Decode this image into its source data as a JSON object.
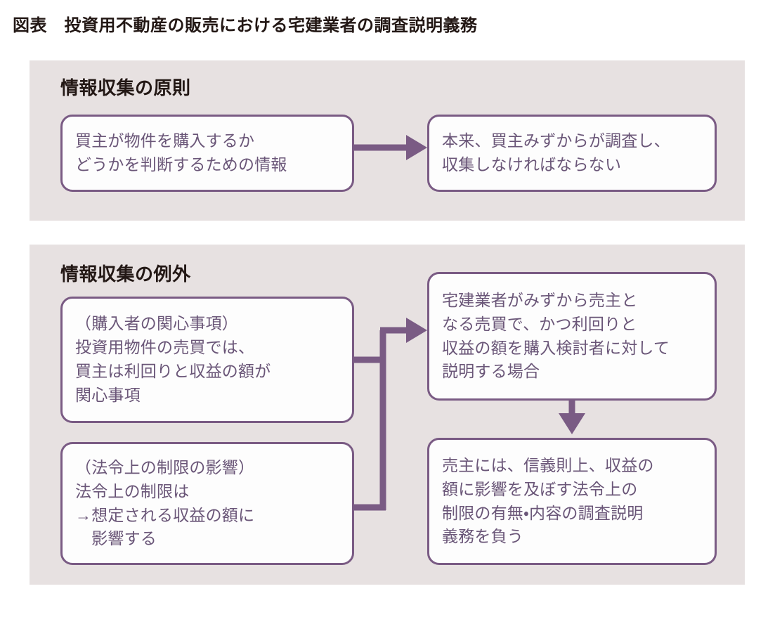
{
  "figure": {
    "title": "図表　投資用不動産の販売における宅建業者の調査説明義務"
  },
  "colors": {
    "panel_background": "#e7e1e1",
    "box_border": "#7a5b84",
    "box_fill": "#fdfdfd",
    "box_text": "#6a5678",
    "heading_text": "#231815",
    "connector": "#7a5b84",
    "page_background": "#ffffff"
  },
  "sections": [
    {
      "id": "principle",
      "heading": "情報収集の原則",
      "nodes": [
        {
          "id": "buyer-info",
          "text": "買主が物件を購入するか\nどうかを判断するための情報"
        },
        {
          "id": "buyer-duty",
          "text": "本来、買主みずからが調査し、\n収集しなければならない"
        }
      ],
      "connectors": [
        {
          "id": "principle-arrow",
          "from": "buyer-info",
          "to": "buyer-duty",
          "type": "arrow-right"
        }
      ]
    },
    {
      "id": "exception",
      "heading": "情報収集の例外",
      "nodes": [
        {
          "id": "investor-interest",
          "text": "（購入者の関心事項）\n投資用物件の売買では、\n買主は利回りと収益の額が\n関心事項"
        },
        {
          "id": "legal-restriction",
          "text": "（法令上の制限の影響）\n法令上の制限は\n→想定される収益の額に\n　影響する"
        },
        {
          "id": "broker-seller",
          "text": "宅建業者がみずから売主と\nなる売買で、かつ利回りと\n収益の額を購入検討者に対して\n説明する場合"
        },
        {
          "id": "seller-duty",
          "text": "売主には、信義則上、収益の\n額に影響を及ぼす法令上の\n制限の有無・内容の調査説明\n義務を負う"
        }
      ],
      "connectors": [
        {
          "id": "exception-merge-arrow",
          "from": [
            "investor-interest",
            "legal-restriction"
          ],
          "to": "broker-seller",
          "type": "bracket-merge-arrow-right"
        },
        {
          "id": "exception-down-arrow",
          "from": "broker-seller",
          "to": "seller-duty",
          "type": "arrow-down"
        }
      ]
    }
  ]
}
